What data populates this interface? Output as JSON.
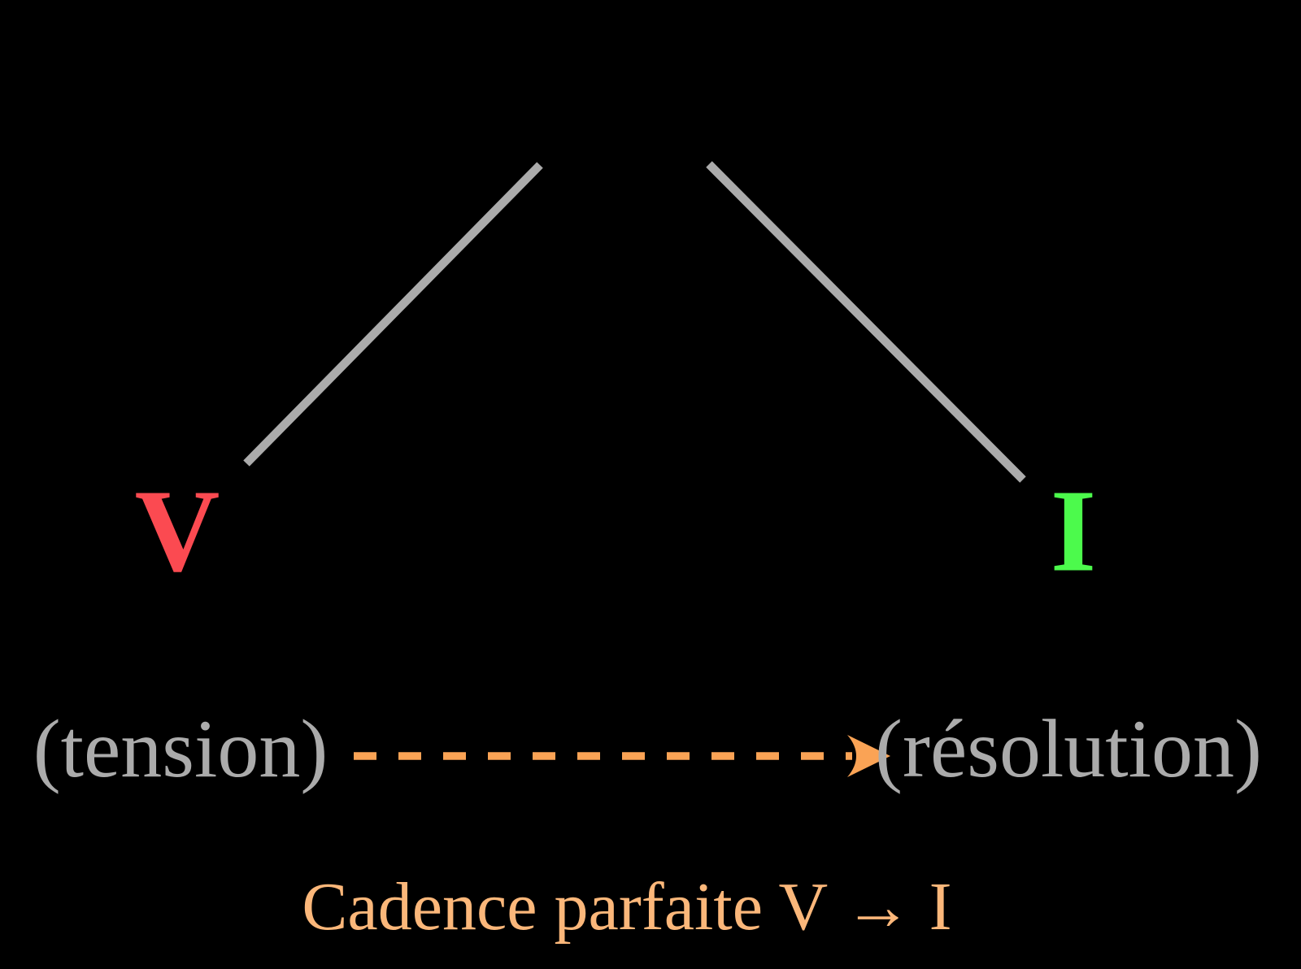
{
  "diagram": {
    "kind": "music-cadence-diagram",
    "background_color": "#000000",
    "nodes": {
      "dominant": {
        "label": "V",
        "annotation": "(tension)",
        "label_color": "#fb4a51"
      },
      "tonic": {
        "label": "I",
        "annotation": "(résolution)",
        "label_color": "#4cfa4c"
      }
    },
    "lines": {
      "color": "#ababab",
      "annotation_color": "#ababab"
    },
    "arrow": {
      "style": "dashed",
      "direction": "left-to-right",
      "color": "#faa355"
    },
    "caption": {
      "text": "Cadence parfaite V → I",
      "color": "#fbb77a"
    }
  }
}
